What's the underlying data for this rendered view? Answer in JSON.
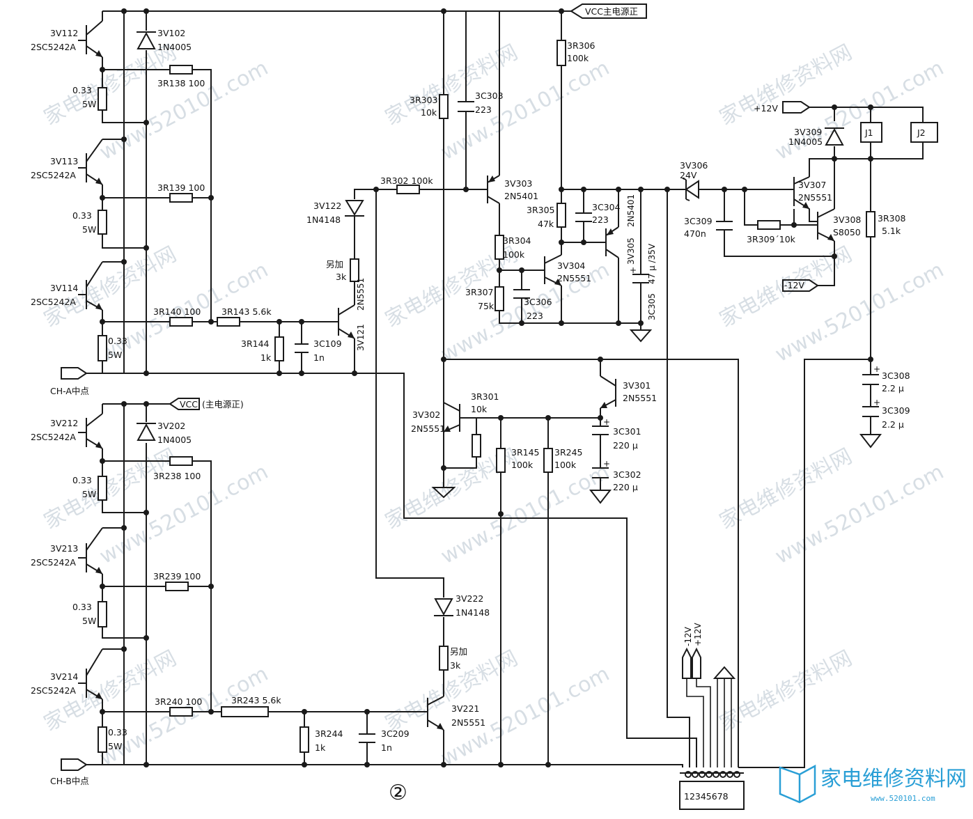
{
  "watermarks": {
    "site_cn": "家电维修资料网",
    "site_url": "www.520101.com"
  },
  "ports": {
    "vcc_top": "VCC主电源正",
    "vcc_mid": "VCC",
    "vcc_mid_note": "(主电源正)",
    "p12v": "+12V",
    "n12v": "-12V",
    "cha": "CH-A中点",
    "chb": "CH-B中点"
  },
  "relays": [
    "J1",
    "J2"
  ],
  "connector": {
    "pins": "12345678",
    "n12v": "-12V",
    "p12v": "+12V"
  },
  "channel_a": {
    "t1": {
      "ref": "3V112",
      "part": "2SC5242A"
    },
    "t2": {
      "ref": "3V113",
      "part": "2SC5242A"
    },
    "t3": {
      "ref": "3V114",
      "part": "2SC5242A"
    },
    "diode": {
      "ref": "3V102",
      "part": "1N4005"
    },
    "re1": {
      "v1": "0.33",
      "v2": "5W"
    },
    "re2": {
      "v1": "0.33",
      "v2": "5W"
    },
    "re3": {
      "v1": "0.33",
      "v2": "5W"
    },
    "r138": "3R138  100",
    "r139": "3R139  100",
    "r140": "3R140  100",
    "r143": "3R143  5.6k",
    "r144": {
      "ref": "3R144",
      "val": "1k"
    },
    "c109": {
      "ref": "3C109",
      "val": "1n"
    },
    "d122": {
      "ref": "3V122",
      "part": "1N4148"
    },
    "radd": {
      "ref": "另加",
      "val": "3k"
    },
    "q121": {
      "ref": "3V121",
      "part": "2N5551"
    }
  },
  "channel_b": {
    "t1": {
      "ref": "3V212",
      "part": "2SC5242A"
    },
    "t2": {
      "ref": "3V213",
      "part": "2SC5242A"
    },
    "t3": {
      "ref": "3V214",
      "part": "2SC5242A"
    },
    "diode": {
      "ref": "3V202",
      "part": "1N4005"
    },
    "re1": {
      "v1": "0.33",
      "v2": "5W"
    },
    "re2": {
      "v1": "0.33",
      "v2": "5W"
    },
    "re3": {
      "v1": "0.33",
      "v2": "5W"
    },
    "r238": "3R238  100",
    "r239": "3R239  100",
    "r240": "3R240  100",
    "r243": "3R243  5.6k",
    "r244": {
      "ref": "3R244",
      "val": "1k"
    },
    "c209": {
      "ref": "3C209",
      "val": "1n"
    },
    "d222": {
      "ref": "3V222",
      "part": "1N4148"
    },
    "radd": {
      "ref": "另加",
      "val": "3k"
    },
    "q221": {
      "ref": "3V221",
      "part": "2N5551"
    }
  },
  "protect": {
    "r302": "3R302  100k",
    "r303": {
      "ref": "3R303",
      "val": "10k"
    },
    "c303": {
      "ref": "3C303",
      "val": "223"
    },
    "q303": {
      "ref": "3V303",
      "part": "2N5401"
    },
    "r306": {
      "ref": "3R306",
      "val": "100k"
    },
    "r305": {
      "ref": "3R305",
      "val": "47k"
    },
    "c304": {
      "ref": "3C304",
      "val": "223"
    },
    "q305": {
      "ref": "3V305",
      "part": "2N5401"
    },
    "c305": {
      "ref": "3C305",
      "val": "47 µ /35V"
    },
    "r304": {
      "ref": "3R304",
      "val": "100k"
    },
    "q304": {
      "ref": "3V304",
      "part": "2N5551"
    },
    "r307": {
      "ref": "3R307",
      "val": "75k"
    },
    "c306": {
      "ref": "3C306",
      "val": "223"
    },
    "d306": {
      "ref": "3V306",
      "val": "24V"
    },
    "c309a": {
      "ref": "3C309",
      "val": "470n"
    },
    "q307": {
      "ref": "3V307",
      "part": "2N5551"
    },
    "q308": {
      "ref": "3V308",
      "part": "S8050"
    },
    "r309": "3R309´10k",
    "d309": {
      "ref": "3V309",
      "part": "1N4005"
    },
    "r308": {
      "ref": "3R308",
      "val": "5.1k"
    },
    "c308": {
      "ref": "3C308",
      "val": "2.2 µ"
    },
    "c309b": {
      "ref": "3C309",
      "val": "2.2 µ"
    },
    "q301": {
      "ref": "3V301",
      "part": "2N5551"
    },
    "q302": {
      "ref": "3V302",
      "part": "2N5551"
    },
    "r301": {
      "ref": "3R301",
      "val": "10k"
    },
    "c301": {
      "ref": "3C301",
      "val": "220 µ"
    },
    "c302": {
      "ref": "3C302",
      "val": "220 µ"
    },
    "r145": {
      "ref": "3R145",
      "val": "100k"
    },
    "r245": {
      "ref": "3R245",
      "val": "100k"
    }
  },
  "page_mark": "②",
  "logo": {
    "title": "家电维修资料网",
    "url": "www.520101.com"
  }
}
